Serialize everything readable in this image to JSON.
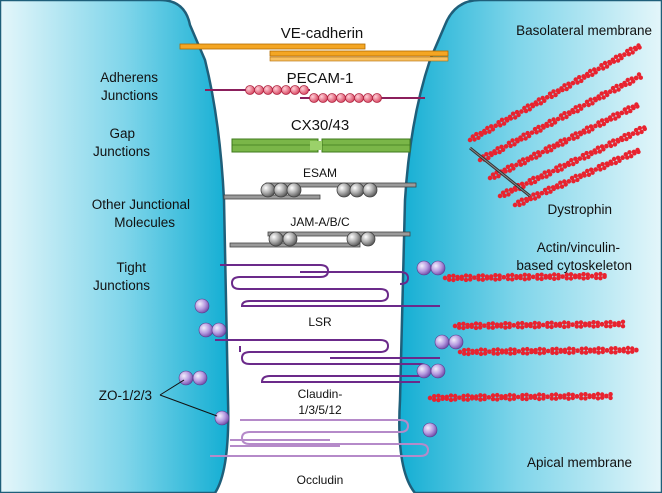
{
  "labels": {
    "ve_cadherin": "VE-cadherin",
    "pecam": "PECAM-1",
    "cx": "CX30/43",
    "esam": "ESAM",
    "jam": "JAM-A/B/C",
    "lsr": "LSR",
    "claudin_1": "Claudin-",
    "claudin_2": "1/3/5/12",
    "occludin": "Occludin",
    "adherens_1": "Adherens",
    "adherens_2": "Junctions",
    "gap_1": "Gap",
    "gap_2": "Junctions",
    "other_1": "Other Junctional",
    "other_2": "Molecules",
    "tight_1": "Tight",
    "tight_2": "Junctions",
    "zo": "ZO-1/2/3",
    "basolateral": "Basolateral membrane",
    "dystrophin": "Dystrophin",
    "actin_1": "Actin/vinculin-",
    "actin_2": "based cytoskeleton",
    "apical": "Apical membrane"
  },
  "colors": {
    "cell_light": "#d8f1f7",
    "cell_dark": "#17b3d6",
    "membrane": "#1f5f7a",
    "ve_cadherin": "#f4a623",
    "pecam": "#e86a7e",
    "pecam_line": "#8b1f5c",
    "connexin": "#7ab648",
    "esam_bead": "#9a9a9a",
    "tight_line": "#6b2a8a",
    "occludin": "#b58ac9",
    "zo_bead": "#a98fd0",
    "actin": "#e8232f"
  }
}
